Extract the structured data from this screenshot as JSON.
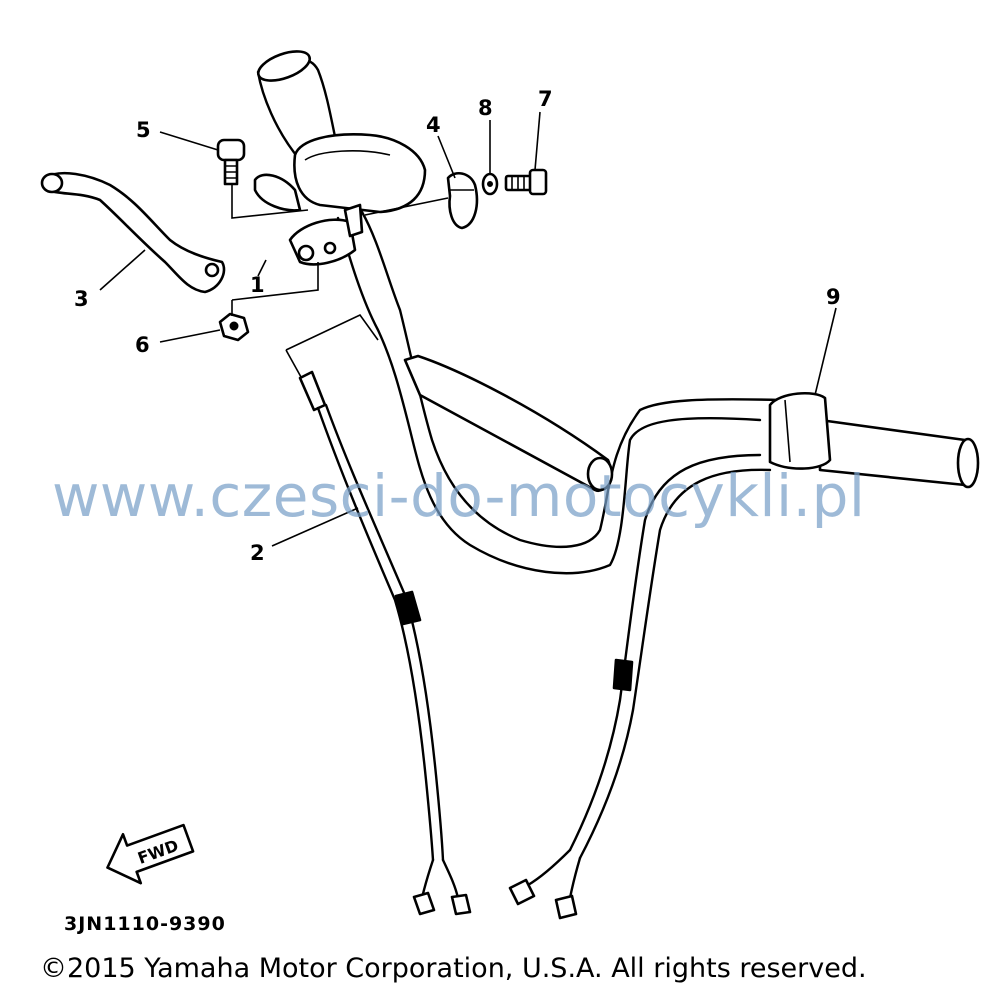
{
  "diagram": {
    "callouts": [
      {
        "id": "1",
        "label": "1"
      },
      {
        "id": "2",
        "label": "2"
      },
      {
        "id": "3",
        "label": "3"
      },
      {
        "id": "4",
        "label": "4"
      },
      {
        "id": "5",
        "label": "5"
      },
      {
        "id": "6",
        "label": "6"
      },
      {
        "id": "7",
        "label": "7"
      },
      {
        "id": "8",
        "label": "8"
      },
      {
        "id": "9",
        "label": "9"
      }
    ],
    "fwd_label": "FWD",
    "part_code": "3JN1110-9390"
  },
  "watermark": "www.czesci-do-motocykli.pl",
  "copyright": "©2015 Yamaha Motor Corporation, U.S.A. All rights reserved."
}
